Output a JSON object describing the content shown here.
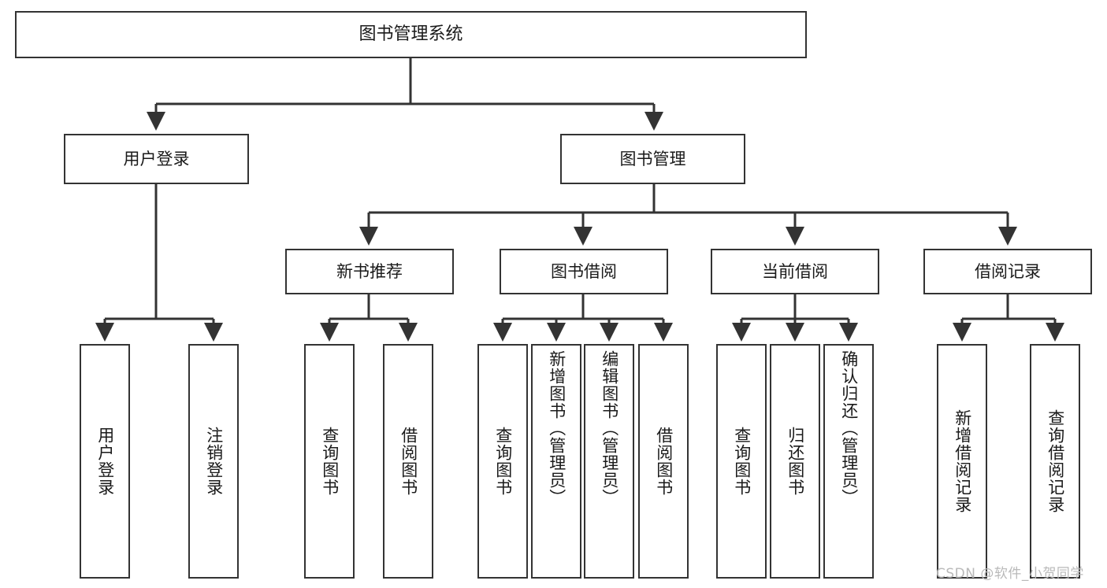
{
  "diagram": {
    "title": "图书管理系统",
    "root": {
      "id": "root",
      "label": "图书管理系统"
    },
    "level1": [
      {
        "id": "user-login",
        "label": "用户登录"
      },
      {
        "id": "book-management",
        "label": "图书管理"
      }
    ],
    "level2": [
      {
        "id": "new-book-recommend",
        "label": "新书推荐",
        "parent": "book-management"
      },
      {
        "id": "book-borrow",
        "label": "图书借阅",
        "parent": "book-management"
      },
      {
        "id": "current-borrow",
        "label": "当前借阅",
        "parent": "book-management"
      },
      {
        "id": "borrow-record",
        "label": "借阅记录",
        "parent": "book-management"
      }
    ],
    "leaves": {
      "user-login": [
        {
          "id": "leaf-user-login",
          "label": "用户登录"
        },
        {
          "id": "leaf-logout",
          "label": "注销登录"
        }
      ],
      "new-book-recommend": [
        {
          "id": "leaf-query-book-1",
          "label": "查询图书"
        },
        {
          "id": "leaf-borrow-book-1",
          "label": "借阅图书"
        }
      ],
      "book-borrow": [
        {
          "id": "leaf-query-book-2",
          "label": "查询图书"
        },
        {
          "id": "leaf-add-book",
          "label": "新增图书（管理员）"
        },
        {
          "id": "leaf-edit-book",
          "label": "编辑图书（管理员）"
        },
        {
          "id": "leaf-borrow-book-2",
          "label": "借阅图书"
        }
      ],
      "current-borrow": [
        {
          "id": "leaf-query-book-3",
          "label": "查询图书"
        },
        {
          "id": "leaf-return-book",
          "label": "归还图书"
        },
        {
          "id": "leaf-confirm-return",
          "label": "确认归还（管理员）"
        }
      ],
      "borrow-record": [
        {
          "id": "leaf-add-record",
          "label": "新增借阅记录"
        },
        {
          "id": "leaf-query-record",
          "label": "查询借阅记录"
        }
      ]
    },
    "watermark": "CSDN @软件_小贺同学",
    "colors": {
      "stroke": "#333333",
      "background": "#ffffff",
      "text": "#1a1a1a",
      "watermark": "#b9b9b9"
    }
  }
}
